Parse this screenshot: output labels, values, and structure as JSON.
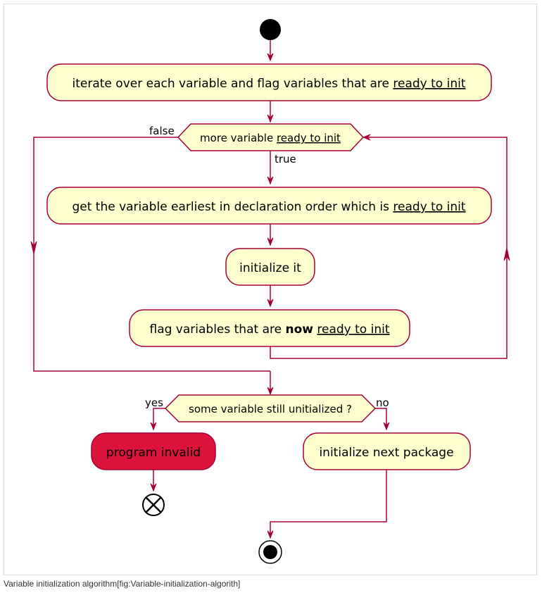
{
  "diagram": {
    "nodes": {
      "iterate": {
        "text": "iterate over each variable and flag variables that are ",
        "link": "ready to init"
      },
      "loop_condition": {
        "text": "more variable ",
        "link": "ready to init"
      },
      "get_earliest": {
        "text": "get the variable earliest in declaration order which is ",
        "link": "ready to init"
      },
      "initialize_it": {
        "text": "initialize it"
      },
      "flag_now": {
        "text_before": "flag variables that are ",
        "bold": "now",
        "link": "ready to init"
      },
      "check_condition": {
        "text": "some variable still unitialized ?"
      },
      "program_invalid": {
        "text": "program invalid"
      },
      "init_next_package": {
        "text": "initialize next package"
      }
    },
    "edge_labels": {
      "loop_false": "false",
      "loop_true": "true",
      "check_yes": "yes",
      "check_no": "no"
    }
  },
  "colors": {
    "activity_fill": "#FEFECE",
    "border": "#A80036",
    "invalid_fill": "#DC143C"
  },
  "caption": "Variable initialization algorithm[fig:Variable-initialization-algorith]"
}
